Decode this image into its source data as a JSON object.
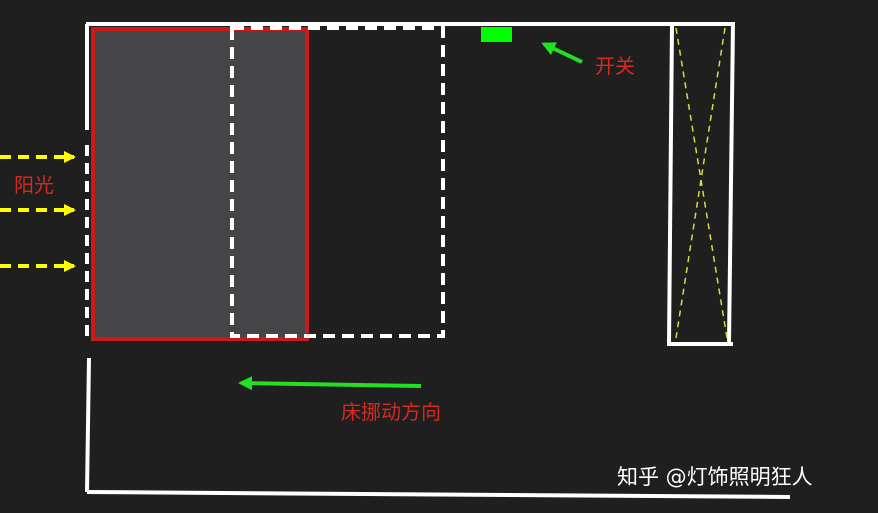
{
  "labels": {
    "sunlight": "阳光",
    "switch": "开关",
    "bed_move_direction": "床挪动方向",
    "watermark": "知乎 @灯饰照明狂人"
  },
  "colors": {
    "background": "#1f1f1f",
    "wall": "#ffffff",
    "bed_outline": "#cc1a1a",
    "bed_fill": "#454547",
    "sunlight_arrow": "#ffff00",
    "green_arrow": "#22e022",
    "switch_fill": "#00ff00",
    "label_red": "#d42a1f",
    "watermark": "#ffffff",
    "wardrobe_cross": "#d8d84a"
  },
  "icons": {
    "sunlight_arrows": "dashed-right-arrow",
    "switch_marker": "green-rectangle",
    "switch_pointer": "green-arrow",
    "move_arrow": "left-arrow",
    "wardrobe": "cross-box"
  }
}
